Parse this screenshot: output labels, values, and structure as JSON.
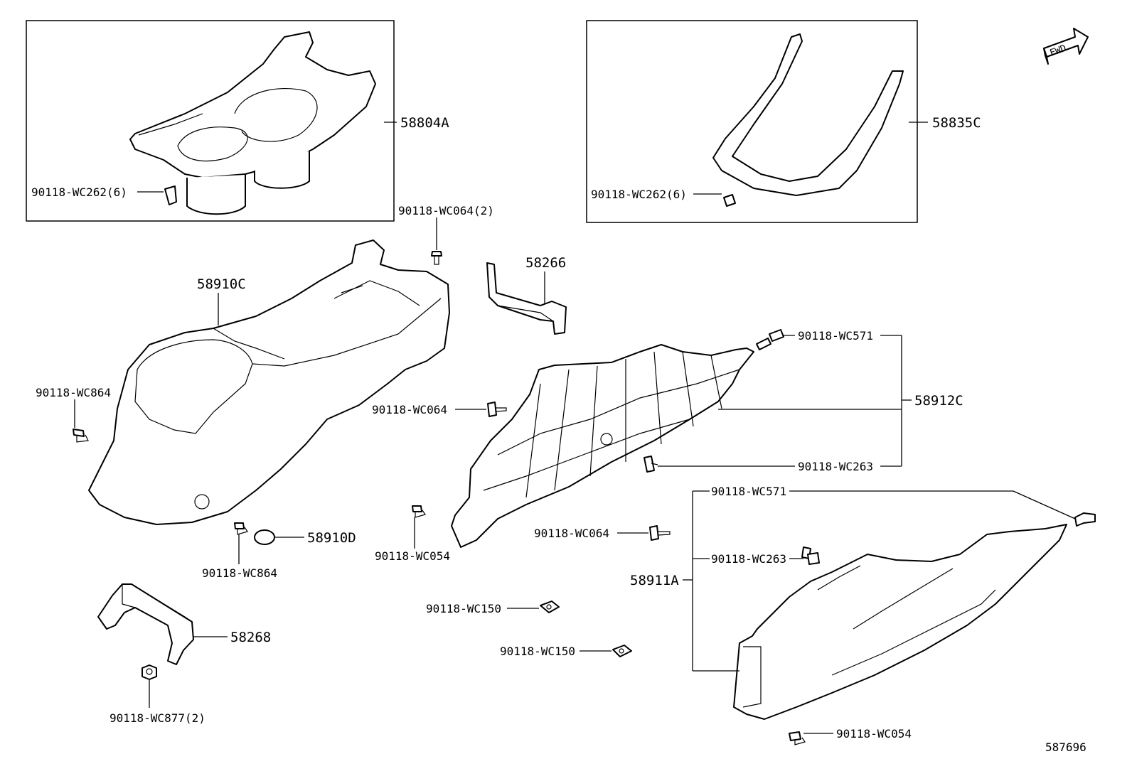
{
  "labels": {
    "p58804A": "58804A",
    "p58835C": "58835C",
    "wc262_a": "90118-WC262(6)",
    "wc262_b": "90118-WC262(6)",
    "wc064_2": "90118-WC064(2)",
    "p58266": "58266",
    "p58910C": "58910C",
    "wc864_a": "90118-WC864",
    "wc864_b": "90118-WC864",
    "p58910D": "58910D",
    "p58268": "58268",
    "wc877": "90118-WC877(2)",
    "wc571_a": "90118-WC571",
    "p58912C": "58912C",
    "wc064_a": "90118-WC064",
    "wc263_a": "90118-WC263",
    "wc054_a": "90118-WC054",
    "wc064_b": "90118-WC064",
    "wc571_b": "90118-WC571",
    "wc263_b": "90118-WC263",
    "p58911A": "58911A",
    "wc150_a": "90118-WC150",
    "wc150_b": "90118-WC150",
    "wc054_b": "90118-WC054",
    "fwd": "FWD",
    "diagram_id": "587696"
  },
  "icons": {
    "fwd_arrow": "forward-direction-arrow-icon"
  }
}
